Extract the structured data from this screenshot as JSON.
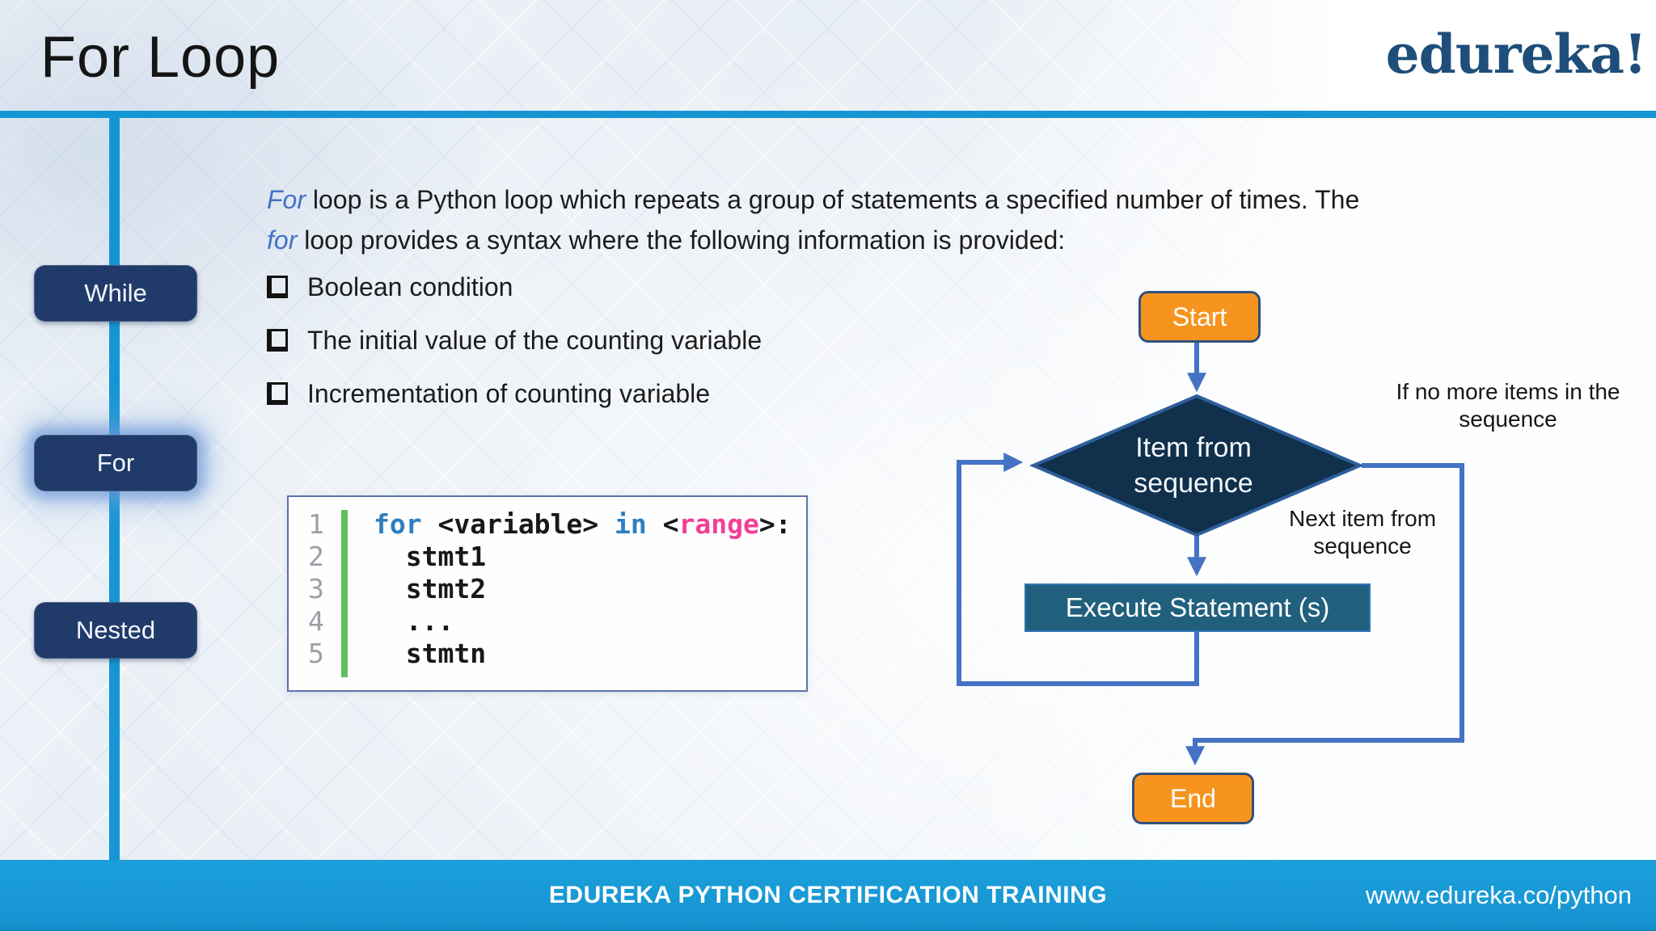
{
  "header": {
    "title": "For Loop",
    "brand": "edureka!"
  },
  "sidebar": {
    "items": [
      {
        "label": "While",
        "active": false
      },
      {
        "label": "For",
        "active": true
      },
      {
        "label": "Nested",
        "active": false
      }
    ]
  },
  "intro": {
    "for1": "For",
    "line1": " loop is a Python loop which repeats a group of statements a specified number of times. The",
    "for2": "for",
    "line2": " loop provides a syntax where the following information is provided:"
  },
  "bullets": [
    "Boolean condition",
    "The initial value of the counting variable",
    "Incrementation of counting variable"
  ],
  "code": {
    "line_numbers": [
      "1",
      "2",
      "3",
      "4",
      "5"
    ],
    "line1": {
      "kw_for": "for",
      "var": " <variable> ",
      "kw_in": "in",
      "open": " <",
      "range": "range",
      "close": ">:"
    },
    "body_lines": [
      "stmt1",
      "stmt2",
      "...",
      "stmtn"
    ]
  },
  "flowchart": {
    "start": "Start",
    "decision": "Item from sequence",
    "execute": "Execute Statement (s)",
    "end": "End",
    "no_more_label": "If no more items in the sequence",
    "next_item_label": "Next item from sequence"
  },
  "footer": {
    "course": "EDUREKA PYTHON CERTIFICATION TRAINING",
    "url": "www.edureka.co/python"
  },
  "colors": {
    "accent_blue": "#1496d4",
    "navy_button": "#203a6a",
    "flow_orange": "#f7941d",
    "flow_teal": "#20607d",
    "flow_diamond": "#10304b",
    "connector_blue": "#4472c4",
    "code_keyword": "#2d7fc1",
    "code_range": "#f23e96",
    "logo_navy": "#1e4e79",
    "footer_blue": "#1795d2"
  }
}
